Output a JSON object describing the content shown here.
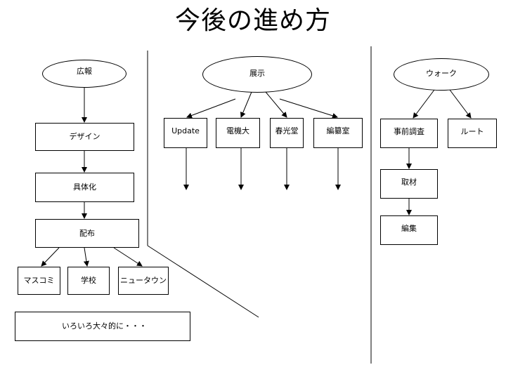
{
  "title": "今後の進め方",
  "columns": {
    "koho": {
      "root": "広報",
      "design": "デザイン",
      "gutaika": "具体化",
      "haifu": "配布",
      "targets": [
        "マスコミ",
        "学校",
        "ニュータウン"
      ],
      "misc": "いろいろ大々的に・・・"
    },
    "tenji": {
      "root": "展示",
      "children": [
        "Update",
        "電機大",
        "春光堂",
        "編纂室"
      ]
    },
    "walk": {
      "root": "ウォーク",
      "children": [
        "事前調査",
        "ルート"
      ],
      "shuzai": "取材",
      "henshu": "編集"
    }
  }
}
